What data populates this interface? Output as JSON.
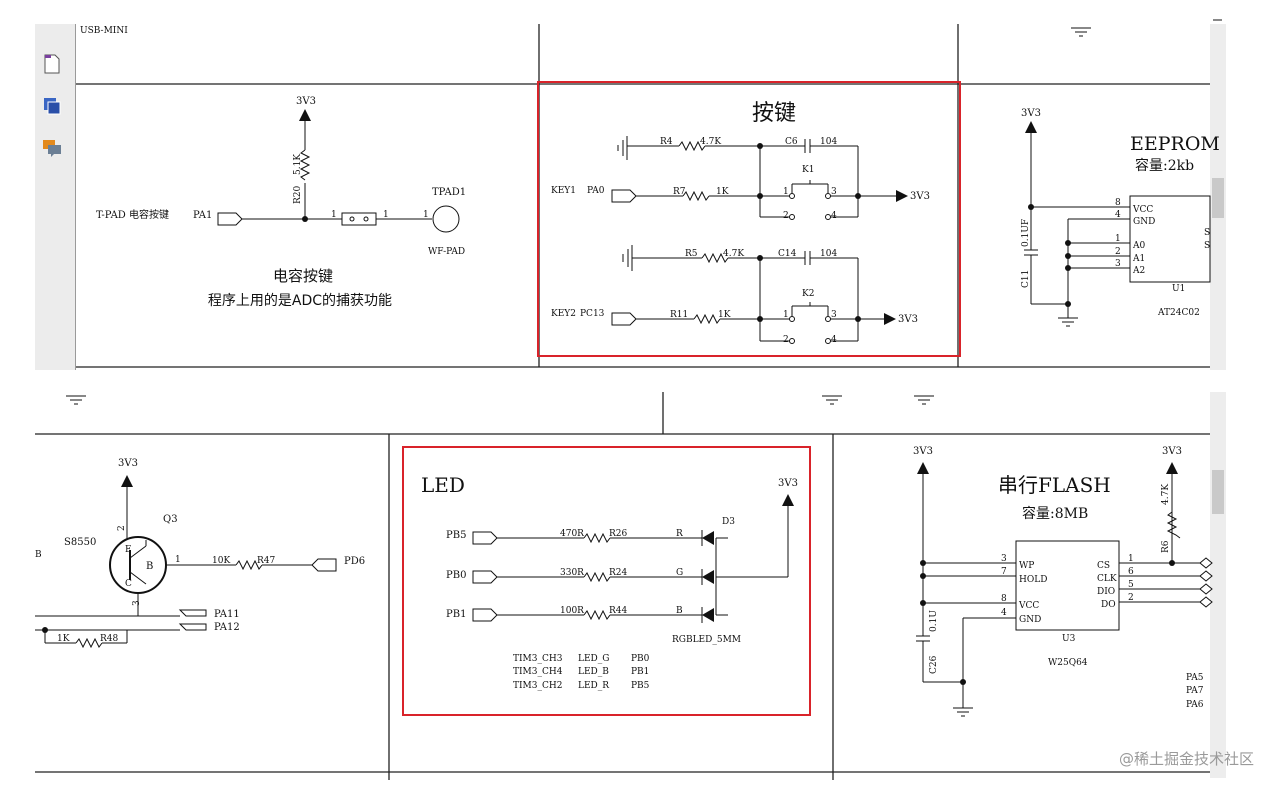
{
  "app": {
    "watermark": "@稀土掘金技术社区"
  },
  "top_panel": {
    "usb_label": "USB-MINI",
    "tpad": {
      "supply": "3V3",
      "resistor": "R20",
      "resistor_value": "5.1K",
      "label": "T-PAD 电容按键",
      "port": "PA1",
      "pin1a": "1",
      "pin1b": "1",
      "pin1c": "1",
      "pad_ref": "TPAD1",
      "pad_name": "WF-PAD",
      "caption1": "电容按键",
      "caption2": "程序上用的是ADC的捕获功能"
    },
    "keys": {
      "title": "按键",
      "r4": "R4",
      "r4_val": "4.7K",
      "c6": "C6",
      "c6_val": "104",
      "k1": "K1",
      "key1": "KEY1",
      "pa0": "PA0",
      "r7": "R7",
      "r7_val": "1K",
      "supply1": "3V3",
      "r5": "R5",
      "r5_val": "4.7K",
      "c14": "C14",
      "c14_val": "104",
      "k2": "K2",
      "key2": "KEY2",
      "pc13": "PC13",
      "r11": "R11",
      "r11_val": "1K",
      "supply2": "3V3",
      "p1": "1",
      "p2": "2",
      "p3": "3",
      "p4": "4"
    },
    "eeprom": {
      "title": "EEPROM",
      "capacity": "容量:2kb",
      "supply": "3V3",
      "cap": "C11",
      "cap_val": "0.1UF",
      "pins": [
        {
          "num": "8",
          "name": "VCC"
        },
        {
          "num": "4",
          "name": "GND"
        },
        {
          "num": "1",
          "name": "A0"
        },
        {
          "num": "2",
          "name": "A1"
        },
        {
          "num": "3",
          "name": "A2"
        }
      ],
      "ref": "U1",
      "part": "AT24C02",
      "s1": "S",
      "s2": "S"
    }
  },
  "bottom_panel": {
    "transistor": {
      "supply": "3V3",
      "part": "S8550",
      "ref": "Q3",
      "pin_b": "B",
      "pin_e": "E",
      "pin_c": "C",
      "n1": "1",
      "n2": "2",
      "n3": "3",
      "r47": "R47",
      "r47_val": "10K",
      "pd6": "PD6",
      "pa11": "PA11",
      "pa12": "PA12",
      "r48": "R48",
      "r48_val": "1K",
      "edge": "B"
    },
    "led": {
      "title": "LED",
      "supply": "3V3",
      "ref": "D3",
      "part": "RGBLED_5MM",
      "rows": [
        {
          "port": "PB5",
          "val": "470R",
          "res": "R26",
          "ch": "R"
        },
        {
          "port": "PB0",
          "val": "330R",
          "res": "R24",
          "ch": "G"
        },
        {
          "port": "PB1",
          "val": "100R",
          "res": "R44",
          "ch": "B"
        }
      ],
      "table": [
        [
          "TIM3_CH3",
          "LED_G",
          "PB0"
        ],
        [
          "TIM3_CH4",
          "LED_B",
          "PB1"
        ],
        [
          "TIM3_CH2",
          "LED_R",
          "PB5"
        ]
      ]
    },
    "flash": {
      "title": "串行FLASH",
      "capacity": "容量:8MB",
      "supply1": "3V3",
      "supply2": "3V3",
      "r6": "R6",
      "r6_val": "4.7K",
      "cap": "C26",
      "cap_val": "0.1U",
      "left_pins": [
        {
          "num": "3",
          "name": "WP"
        },
        {
          "num": "7",
          "name": "HOLD"
        },
        {
          "num": "8",
          "name": "VCC"
        },
        {
          "num": "4",
          "name": "GND"
        }
      ],
      "right_pins": [
        {
          "num": "1",
          "name": "CS"
        },
        {
          "num": "6",
          "name": "CLK"
        },
        {
          "num": "5",
          "name": "DIO"
        },
        {
          "num": "2",
          "name": "DO"
        }
      ],
      "ref": "U3",
      "part": "W25Q64",
      "side_ports": [
        "PA5",
        "PA7",
        "PA6"
      ]
    }
  }
}
